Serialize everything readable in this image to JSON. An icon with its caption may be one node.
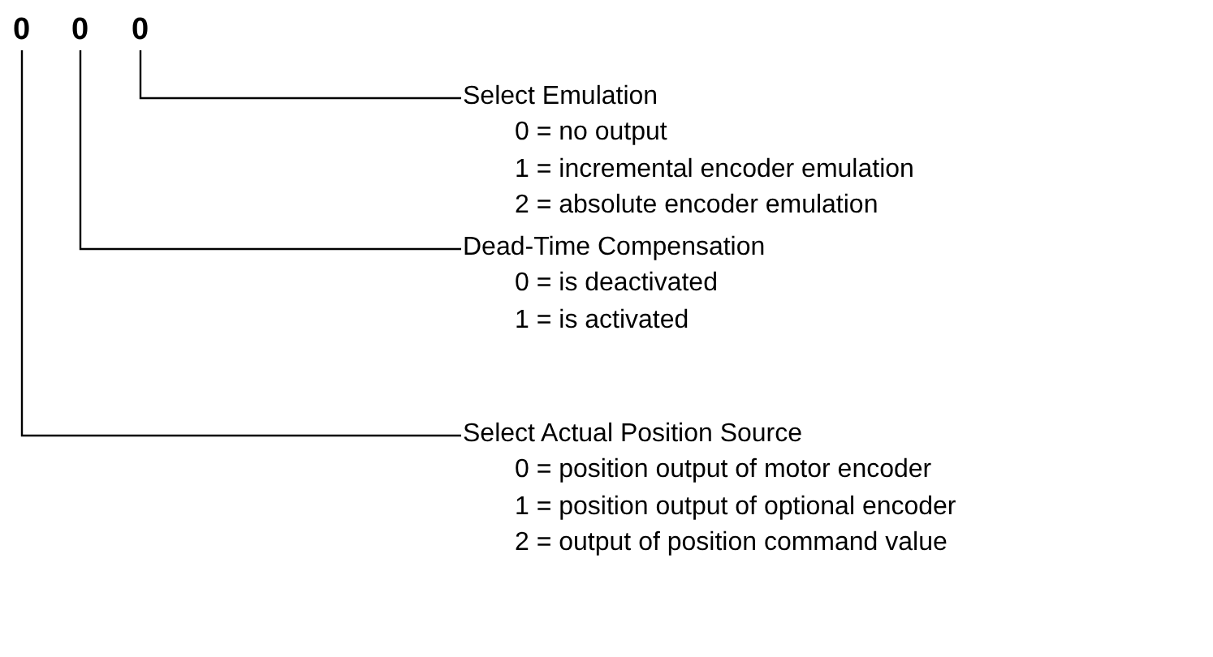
{
  "diagram": {
    "nodes": [
      {
        "text": [
          "0"
        ]
      },
      {
        "text": [
          "0"
        ]
      },
      {
        "text": [
          "0"
        ]
      },
      {
        "text": [
          "Select Emulation",
          "0 = no output",
          "1 = incremental encoder emulation",
          "2 = absolute encoder emulation"
        ]
      },
      {
        "text": [
          "Dead-Time Compensation",
          "0 = is deactivated",
          "1 = is activated"
        ]
      },
      {
        "text": [
          "Select Actual Position Source",
          "0 = position output of motor encoder",
          "1 = position output of optional encoder",
          "2 = output of position command value"
        ]
      }
    ],
    "edges": [
      {
        "from": 2,
        "to": 3,
        "arrow": "none"
      },
      {
        "from": 1,
        "to": 4,
        "arrow": "none"
      },
      {
        "from": 0,
        "to": 5,
        "arrow": "none"
      }
    ]
  }
}
